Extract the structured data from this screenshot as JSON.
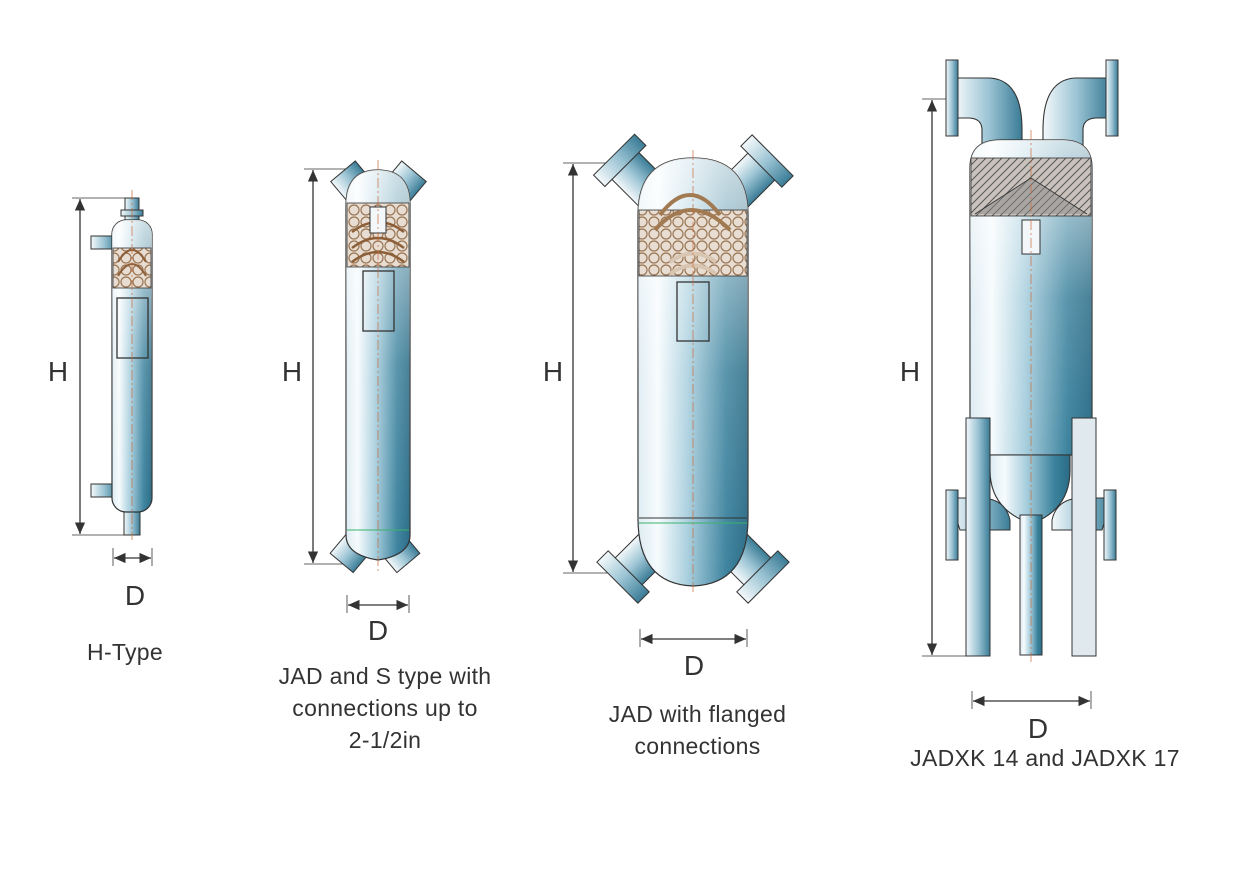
{
  "figures": [
    {
      "caption": "H-Type",
      "height_label": "H",
      "diameter_label": "D"
    },
    {
      "caption": "JAD and S type with\nconnections up to\n2-1/2in",
      "height_label": "H",
      "diameter_label": "D"
    },
    {
      "caption": "JAD with flanged\nconnections",
      "height_label": "H",
      "diameter_label": "D"
    },
    {
      "caption": "JADXK 14 and JADXK 17",
      "height_label": "H",
      "diameter_label": "D"
    }
  ],
  "colors": {
    "shell_light": "#eef6fa",
    "shell_mid": "#8fbfd3",
    "shell_dark": "#2f7590",
    "coil": "#b58a5c",
    "outline": "#333333",
    "centerline": "#c96b3c",
    "weld": "#3bb36b"
  }
}
